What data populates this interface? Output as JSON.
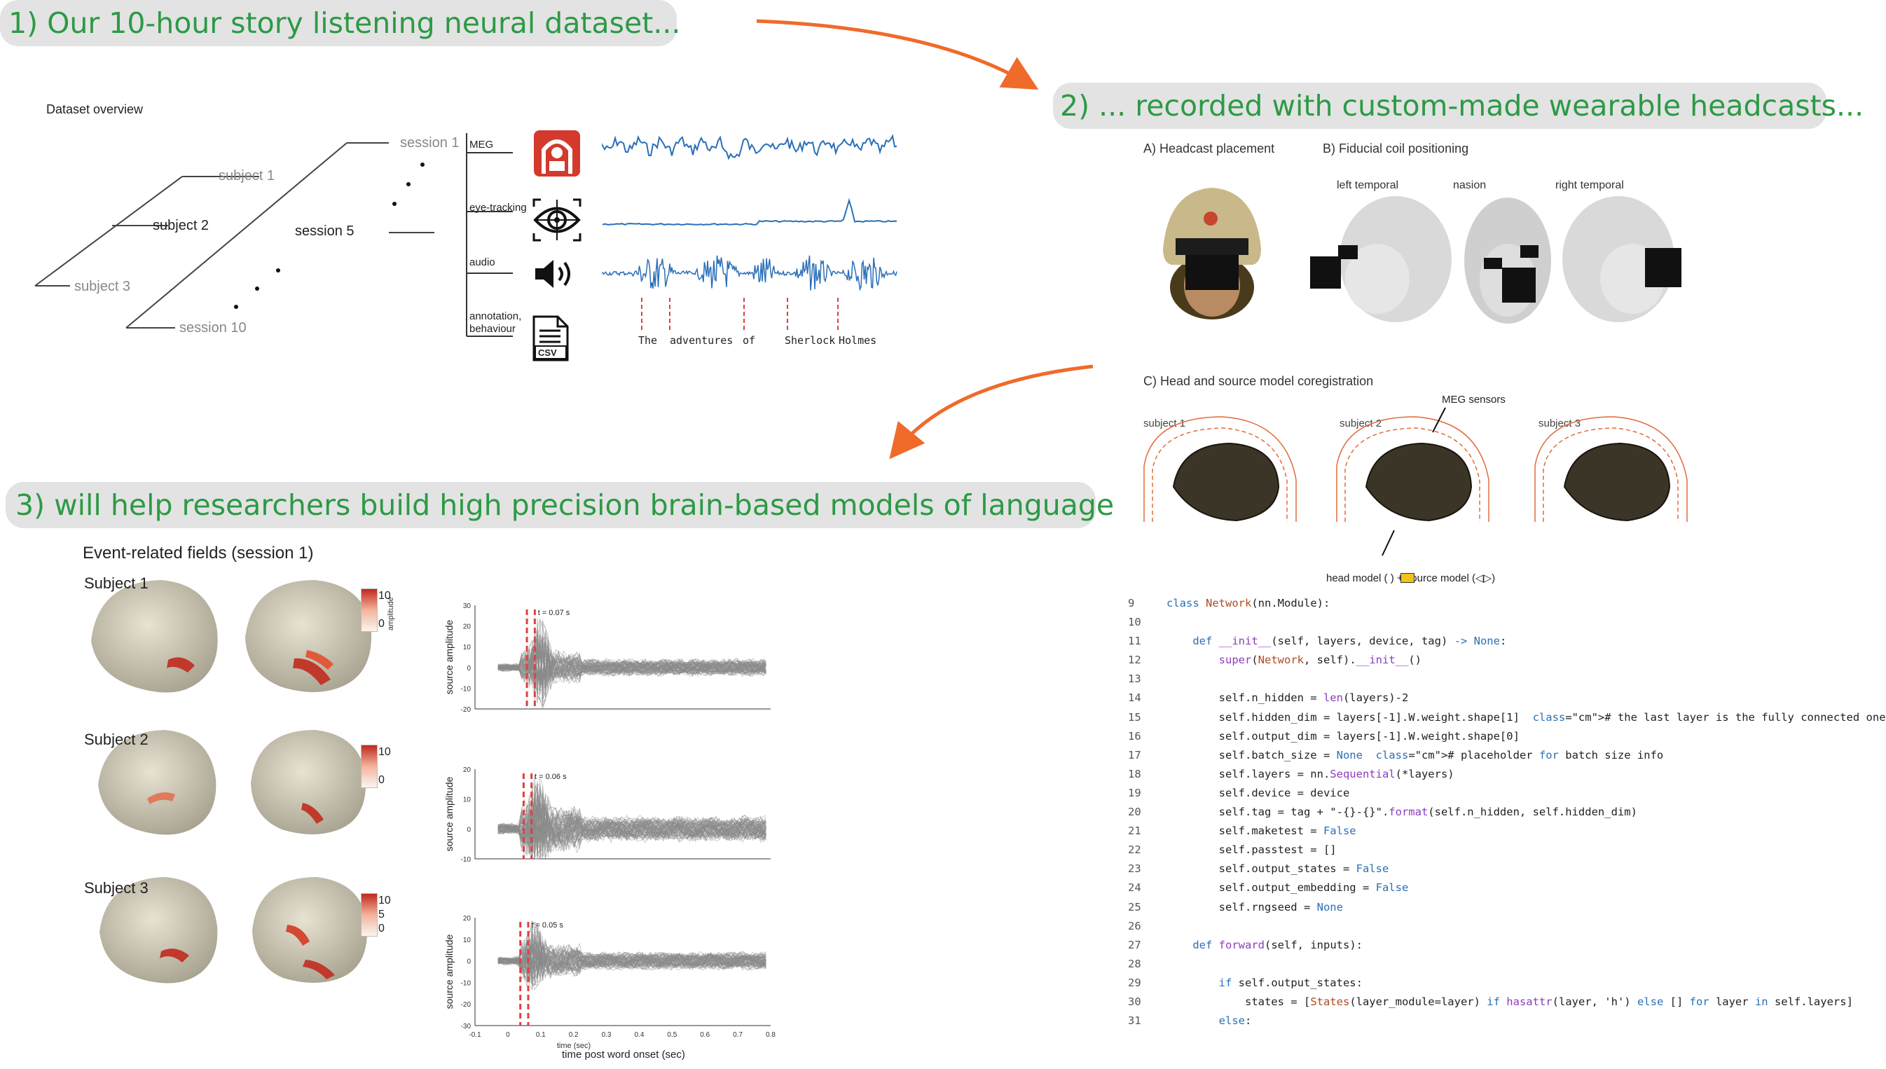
{
  "banners": {
    "b1": "1) Our 10-hour story listening neural dataset...",
    "b2": "2) ... recorded with custom-made wearable headcasts...",
    "b3": "3) will help researchers build high precision brain-based models of language"
  },
  "overview": {
    "title": "Dataset overview",
    "subjects": [
      "subject 1",
      "subject 2",
      "subject 3"
    ],
    "sessions": [
      "session 1",
      "session 5",
      "session 10"
    ],
    "modalities": [
      "MEG",
      "eye-tracking",
      "audio",
      "annotation,\nbehaviour"
    ],
    "csv_label": "CSV",
    "words": [
      "The",
      "adventures",
      "of",
      "Sherlock",
      "Holmes"
    ]
  },
  "headcast": {
    "panel_a": "A) Headcast placement",
    "panel_b": "B) Fiducial coil positioning",
    "views": [
      "left temporal",
      "nasion",
      "right temporal"
    ],
    "panel_c": "C) Head and source model coregistration",
    "subjects": [
      "subject 1",
      "subject 2",
      "subject 3"
    ],
    "meg_sensors": "MEG sensors",
    "model_caption": "head model (   ) + source model (◁▷)"
  },
  "erf": {
    "title": "Event-related fields (session 1)",
    "colorbar_label": "amplitude",
    "ylabel": "source amplitude",
    "xlabel": "time (sec)",
    "bottom_label": "time post word onset (sec)",
    "rows": [
      {
        "subject": "Subject 1",
        "t_label": "t = 0.07 s",
        "cb_max": "10",
        "cb_mid": "",
        "cb_min": "0"
      },
      {
        "subject": "Subject 2",
        "t_label": "t = 0.06 s",
        "cb_max": "10",
        "cb_mid": "",
        "cb_min": "0"
      },
      {
        "subject": "Subject 3",
        "t_label": "t = 0.05 s",
        "cb_max": "10",
        "cb_mid": "5",
        "cb_min": "0"
      }
    ]
  },
  "chart_data": [
    {
      "type": "line",
      "title": "",
      "xlabel": "",
      "ylabel": "source amplitude",
      "yticks": [
        "30",
        "20",
        "10",
        "0",
        "-10",
        "-20"
      ],
      "ylim": [
        -20,
        30
      ],
      "xlim": [
        -0.1,
        0.8
      ],
      "marker_t": 0.07
    },
    {
      "type": "line",
      "title": "",
      "xlabel": "",
      "ylabel": "source amplitude",
      "yticks": [
        "20",
        "10",
        "0",
        "-10"
      ],
      "ylim": [
        -10,
        20
      ],
      "xlim": [
        -0.1,
        0.8
      ],
      "marker_t": 0.06
    },
    {
      "type": "line",
      "title": "",
      "xlabel": "time (sec)",
      "ylabel": "source amplitude",
      "yticks": [
        "20",
        "10",
        "0",
        "-10",
        "-20",
        "-30"
      ],
      "ylim": [
        -30,
        20
      ],
      "xlim": [
        -0.1,
        0.8
      ],
      "xticks": [
        "-0.1",
        "0",
        "0.1",
        "0.2",
        "0.3",
        "0.4",
        "0.5",
        "0.6",
        "0.7",
        "0.8"
      ],
      "marker_t": 0.05
    }
  ],
  "code": {
    "lines": [
      {
        "n": "9",
        "t": "class Network(nn.Module):"
      },
      {
        "n": "10",
        "t": ""
      },
      {
        "n": "11",
        "t": "    def __init__(self, layers, device, tag) -> None:"
      },
      {
        "n": "12",
        "t": "        super(Network, self).__init__()"
      },
      {
        "n": "13",
        "t": ""
      },
      {
        "n": "14",
        "t": "        self.n_hidden = len(layers)-2"
      },
      {
        "n": "15",
        "t": "        self.hidden_dim = layers[-1].W.weight.shape[1]  # the last layer is the fully connected one"
      },
      {
        "n": "16",
        "t": "        self.output_dim = layers[-1].W.weight.shape[0]"
      },
      {
        "n": "17",
        "t": "        self.batch_size = None  # placeholder for batch size info"
      },
      {
        "n": "18",
        "t": "        self.layers = nn.Sequential(*layers)"
      },
      {
        "n": "19",
        "t": "        self.device = device"
      },
      {
        "n": "20",
        "t": "        self.tag = tag + \"-{}-{}\".format(self.n_hidden, self.hidden_dim)"
      },
      {
        "n": "21",
        "t": "        self.maketest = False"
      },
      {
        "n": "22",
        "t": "        self.passtest = []"
      },
      {
        "n": "23",
        "t": "        self.output_states = False"
      },
      {
        "n": "24",
        "t": "        self.output_embedding = False"
      },
      {
        "n": "25",
        "t": "        self.rngseed = None"
      },
      {
        "n": "26",
        "t": ""
      },
      {
        "n": "27",
        "t": "    def forward(self, inputs):"
      },
      {
        "n": "28",
        "t": ""
      },
      {
        "n": "29",
        "t": "        if self.output_states:"
      },
      {
        "n": "30",
        "t": "            states = [States(layer_module=layer) if hasattr(layer, 'h') else [] for layer in self.layers]"
      },
      {
        "n": "31",
        "t": "        else:"
      }
    ]
  },
  "colors": {
    "banner_text": "#2c9a45",
    "banner_bg": "#e3e3e3",
    "arrow": "#f06a2a",
    "signal": "#2a6fb8",
    "erf_marker": "#e04040"
  }
}
